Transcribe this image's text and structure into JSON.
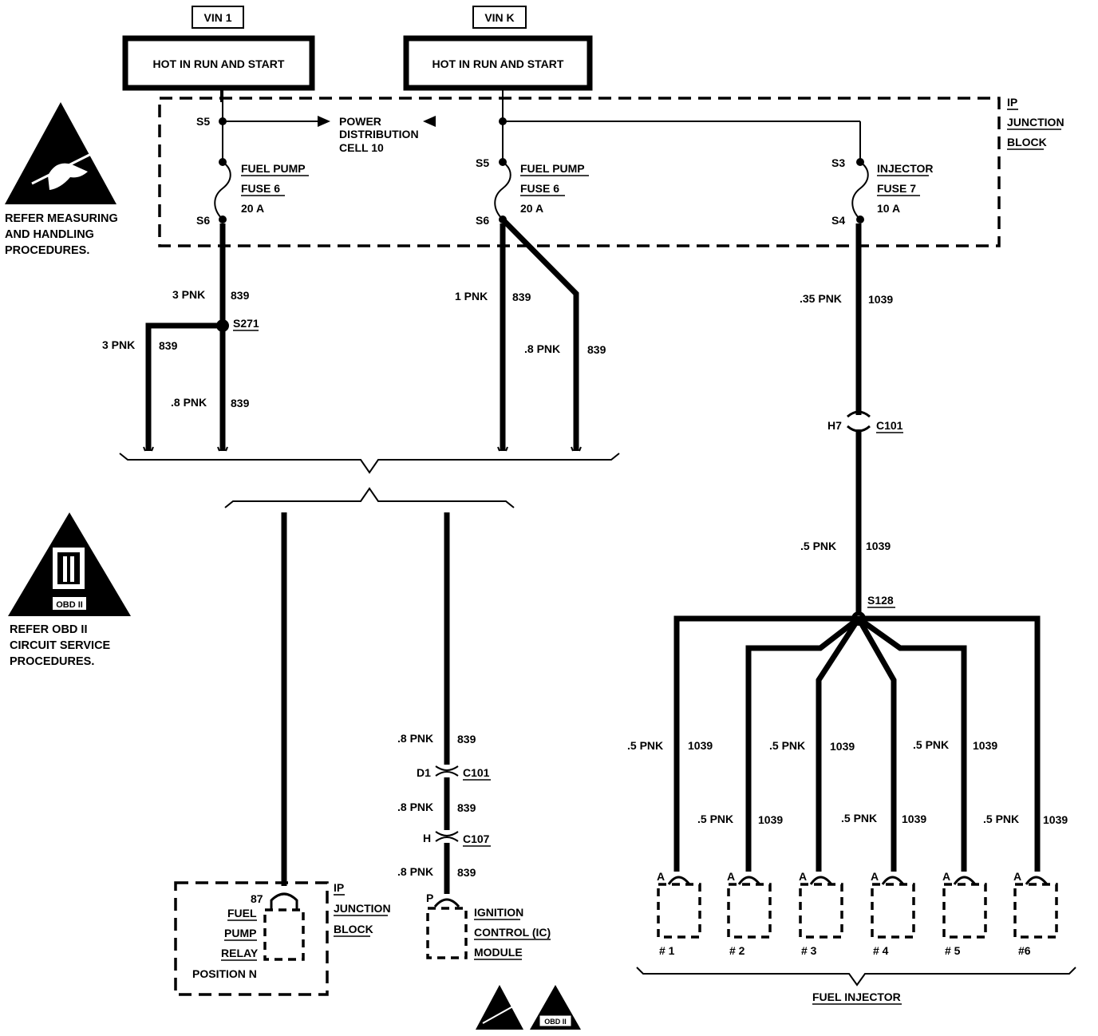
{
  "sources": [
    {
      "vin": "VIN 1",
      "label": "HOT IN RUN AND START"
    },
    {
      "vin": "VIN K",
      "label": "HOT IN RUN AND START"
    }
  ],
  "junction_block": {
    "line1": "IP",
    "line2": "JUNCTION",
    "line3": "BLOCK"
  },
  "power_distribution": {
    "line1": "POWER",
    "line2": "DISTRIBUTION",
    "line3": "CELL 10"
  },
  "fuses": [
    {
      "top_pin": "S5",
      "bottom_pin": "S6",
      "name": "FUEL PUMP",
      "fuse": "FUSE 6",
      "rating": "20 A"
    },
    {
      "top_pin": "S5",
      "bottom_pin": "S6",
      "name": "FUEL PUMP",
      "fuse": "FUSE 6",
      "rating": "20 A"
    },
    {
      "top_pin": "S3",
      "bottom_pin": "S4",
      "name": "INJECTOR",
      "fuse": "FUSE 7",
      "rating": "10 A"
    }
  ],
  "notes": {
    "esd_line1": "REFER MEASURING",
    "esd_line2": "AND HANDLING",
    "esd_line3": "PROCEDURES.",
    "obd_line1": "REFER  OBD II",
    "obd_line2": "CIRCUIT SERVICE",
    "obd_line3": "PROCEDURES.",
    "obd_symbol": "OBD II"
  },
  "wires": {
    "w1_gauge": "3 PNK",
    "w1_circuit": "839",
    "splice_s271": "S271",
    "w2_gauge": "3 PNK",
    "w2_circuit": "839",
    "w3_gauge": ".8 PNK",
    "w3_circuit": "839",
    "w4_gauge": "1 PNK",
    "w4_circuit": "839",
    "w5_gauge": ".8 PNK",
    "w5_circuit": "839",
    "w6_gauge": ".35 PNK",
    "w6_circuit": "1039",
    "w7_gauge": ".5 PNK",
    "w7_circuit": "1039",
    "splice_s128": "S128",
    "c101_pin": "H7",
    "c101": "C101"
  },
  "ignition_path": {
    "g1": ".8 PNK",
    "c1": "839",
    "d1_pin": "D1",
    "d1_conn": "C101",
    "g2": ".8 PNK",
    "c2": "839",
    "h_pin": "H",
    "h_conn": "C107",
    "g3": ".8 PNK",
    "c3": "839"
  },
  "relay": {
    "pin": "87",
    "line1": "FUEL",
    "line2": "PUMP",
    "line3": "RELAY",
    "position": "POSITION N",
    "jb1": "IP",
    "jb2": "JUNCTION",
    "jb3": "BLOCK"
  },
  "icm": {
    "pin": "P",
    "line1": "IGNITION",
    "line2": "CONTROL (IC)",
    "line3": "MODULE"
  },
  "injector_wires": [
    {
      "gauge": ".5 PNK",
      "circuit": "1039"
    },
    {
      "gauge": ".5 PNK",
      "circuit": "1039"
    },
    {
      "gauge": ".5 PNK",
      "circuit": "1039"
    },
    {
      "gauge": ".5 PNK",
      "circuit": "1039"
    },
    {
      "gauge": ".5 PNK",
      "circuit": "1039"
    },
    {
      "gauge": ".5 PNK",
      "circuit": "1039"
    }
  ],
  "injectors": [
    {
      "pin": "A",
      "label": "# 1"
    },
    {
      "pin": "A",
      "label": "# 2"
    },
    {
      "pin": "A",
      "label": "# 3"
    },
    {
      "pin": "A",
      "label": "# 4"
    },
    {
      "pin": "A",
      "label": "# 5"
    },
    {
      "pin": "A",
      "label": "#6"
    }
  ],
  "injector_group": "FUEL INJECTOR",
  "colors": {
    "ink": "#000000",
    "paper": "#ffffff"
  }
}
